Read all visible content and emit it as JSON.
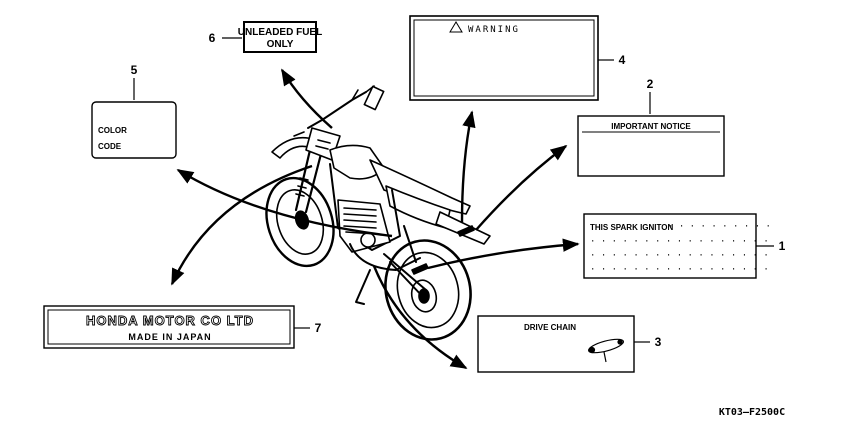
{
  "callouts": [
    {
      "number": "1",
      "name": "spark-ignition-label",
      "text": "THIS SPARK IGNITON"
    },
    {
      "number": "2",
      "name": "important-notice-label",
      "text": "IMPORTANT NOTICE"
    },
    {
      "number": "3",
      "name": "drive-chain-label",
      "text": "DRIVE CHAIN"
    },
    {
      "number": "4",
      "name": "warning-label",
      "text": "WARNING"
    },
    {
      "number": "5",
      "name": "color-code-label",
      "text_line1": "COLOR",
      "text_line2": "CODE"
    },
    {
      "number": "6",
      "name": "unleaded-fuel-label",
      "text_line1": "UNLEADED FUEL",
      "text_line2": "ONLY"
    },
    {
      "number": "7",
      "name": "honda-emblem",
      "text_line1": "HONDA MOTOR CO LTD",
      "text_line2": "MADE IN JAPAN"
    }
  ],
  "figure_code": "KT03–F2500C"
}
